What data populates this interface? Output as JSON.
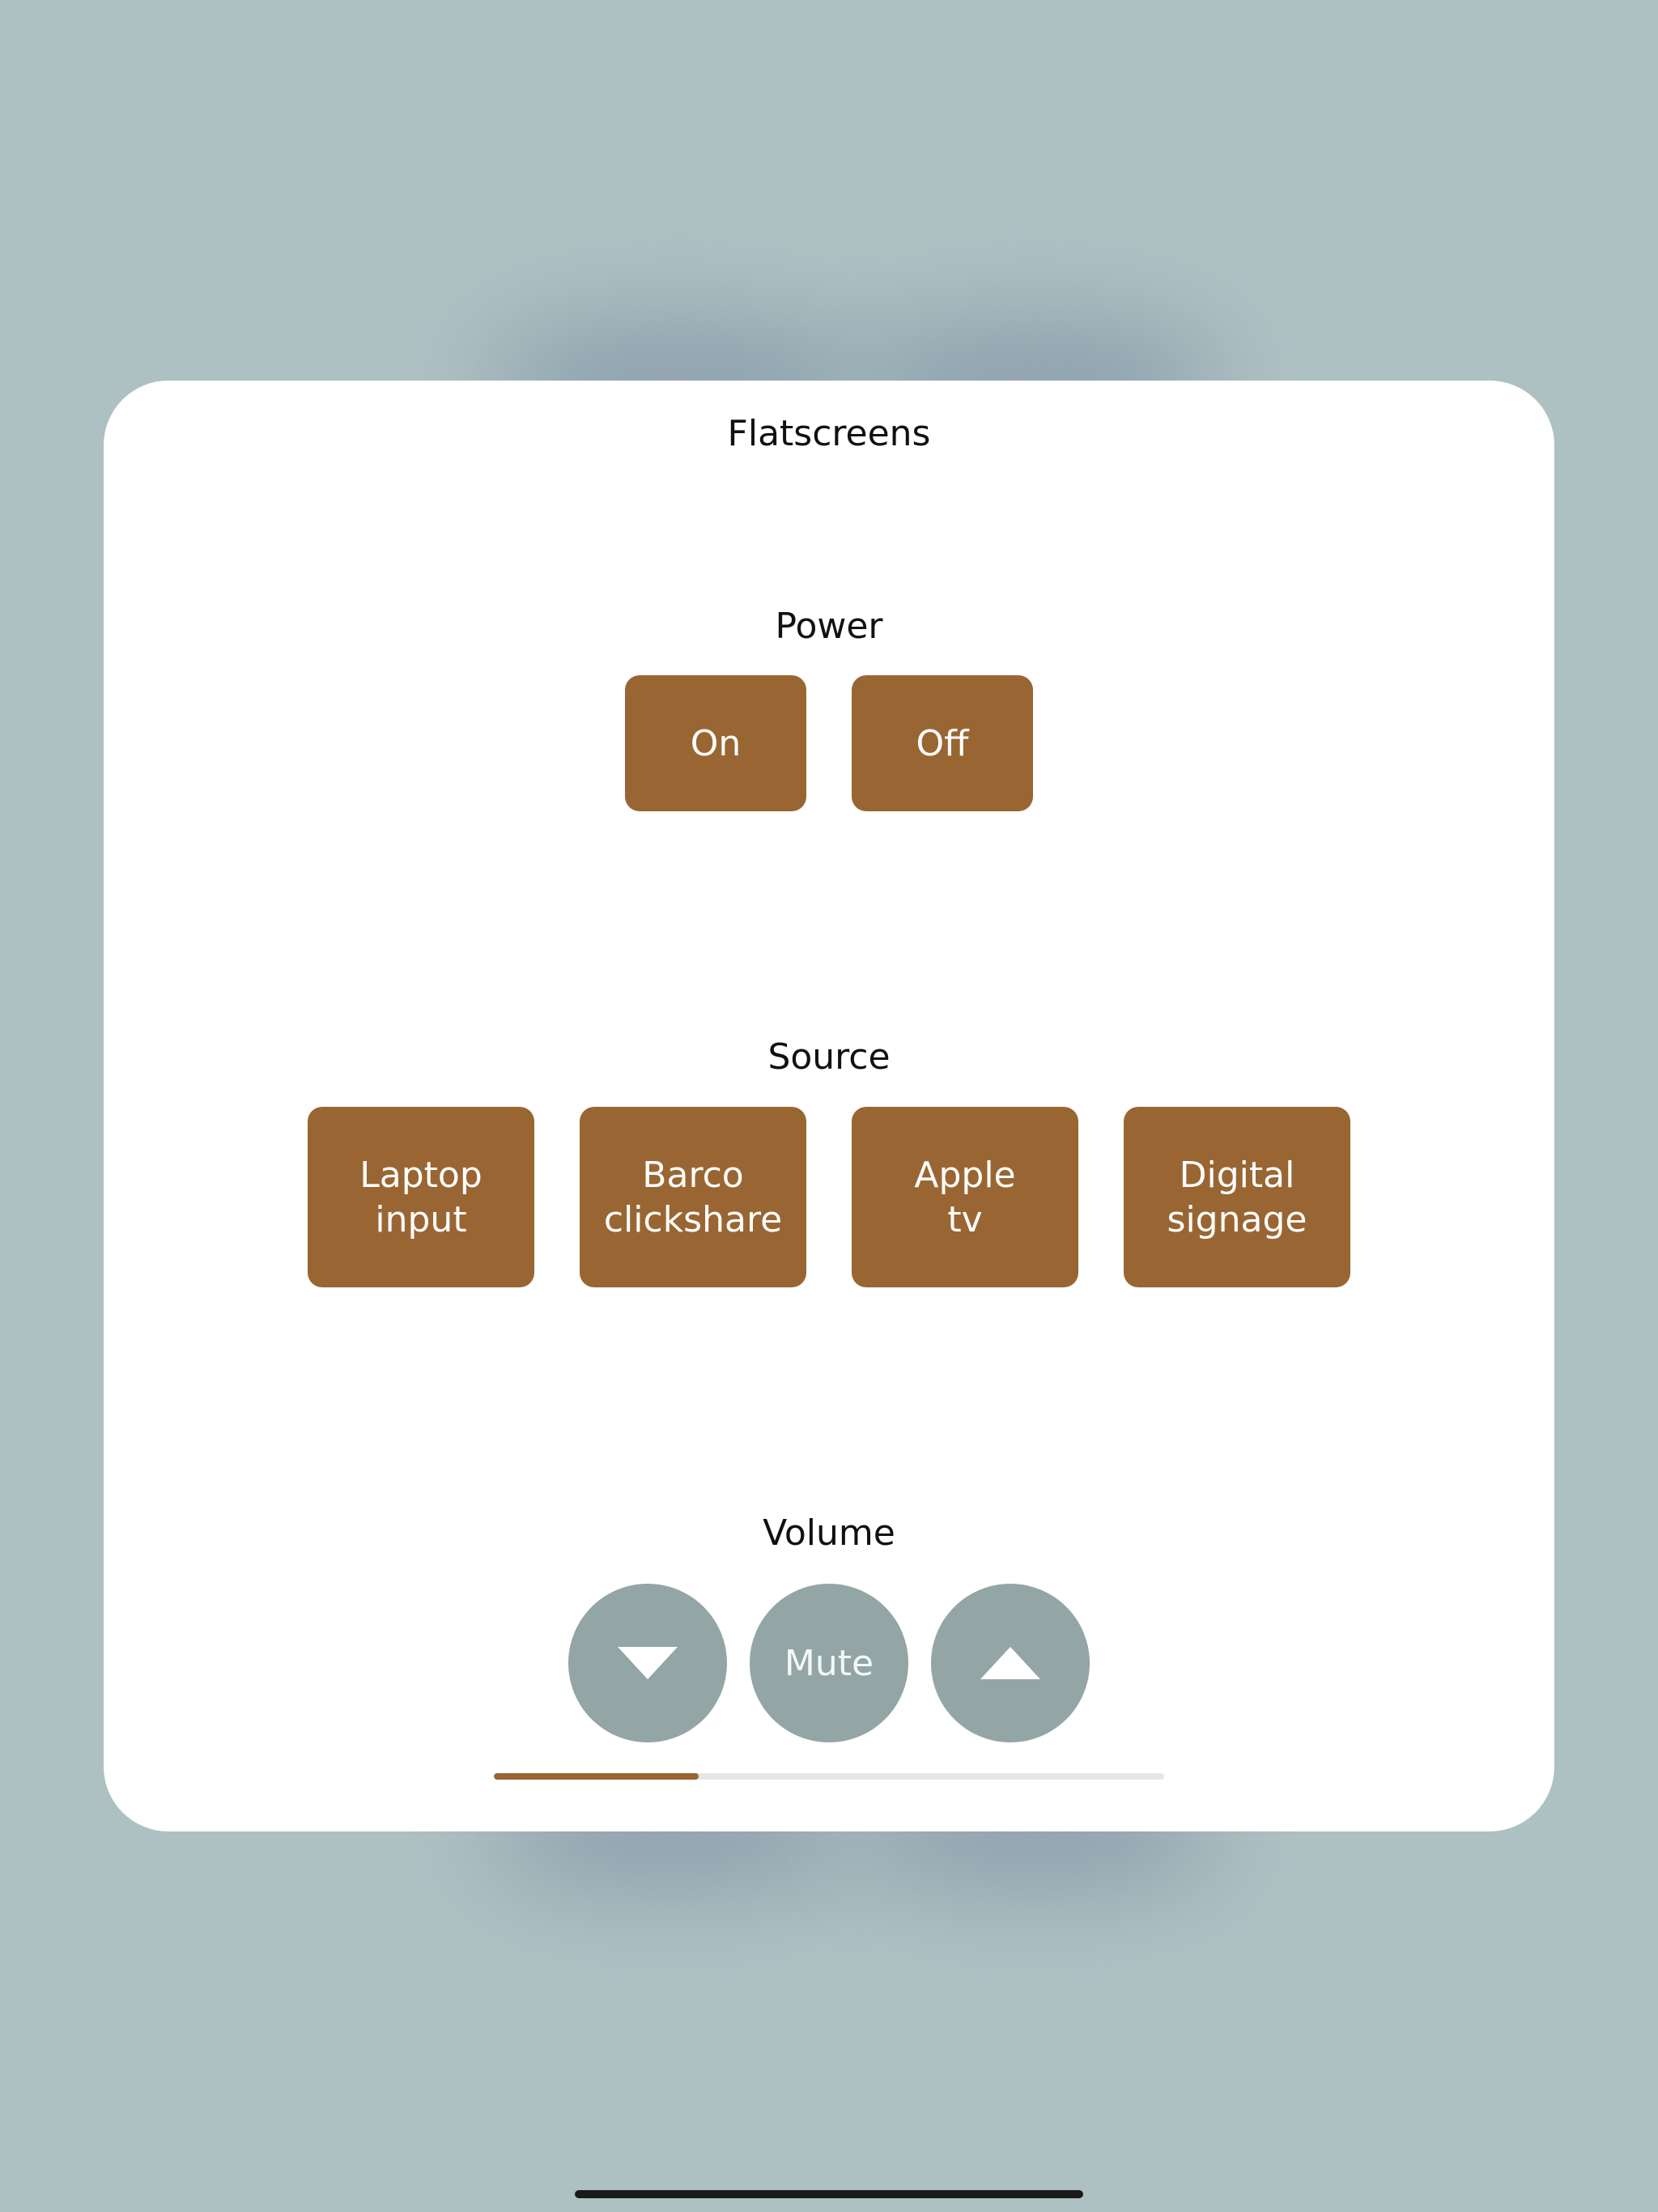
{
  "colors": {
    "background": "#adc0c2",
    "card": "#ffffff",
    "accent_button": "#996633",
    "volume_button": "#93a5a5",
    "volume_track": "#e6e6e6"
  },
  "card": {
    "title": "Flatscreens"
  },
  "power": {
    "label": "Power",
    "on_label": "On",
    "off_label": "Off"
  },
  "source": {
    "label": "Source",
    "options": [
      {
        "label": "Laptop\ninput"
      },
      {
        "label": "Barco\nclickshare"
      },
      {
        "label": "Apple\ntv"
      },
      {
        "label": "Digital\nsignage"
      }
    ]
  },
  "volume": {
    "label": "Volume",
    "down_icon": "triangle-down-icon",
    "mute_label": "Mute",
    "up_icon": "triangle-up-icon",
    "level": 0.305
  }
}
